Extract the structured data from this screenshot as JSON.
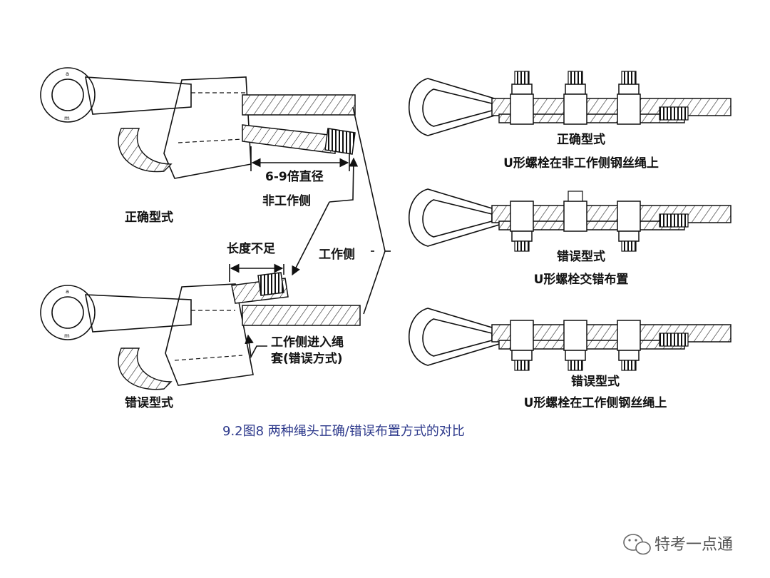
{
  "left": {
    "correct_label": "正确型式",
    "wrong_label": "错误型式",
    "dimension_label": "6-9倍直径",
    "non_working_side": "非工作侧",
    "working_side": "工作侧",
    "insufficient_length": "长度不足",
    "note_line1": "工作侧进入绳",
    "note_line2": "套(错误方式)"
  },
  "right": {
    "panels": [
      {
        "title": "正确型式",
        "subtitle": "U形螺栓在非工作侧钢丝绳上"
      },
      {
        "title": "错误型式",
        "subtitle": "U形螺栓交错布置"
      },
      {
        "title": "错误型式",
        "subtitle": "U形螺栓在工作侧钢丝绳上"
      }
    ]
  },
  "caption": "9.2图8 两种绳头正确/错误布置方式的对比",
  "watermark": "特考一点通",
  "colors": {
    "caption": "#2e3a8c",
    "line": "#111111"
  },
  "icons": {
    "watermark": "wechat-icon"
  }
}
